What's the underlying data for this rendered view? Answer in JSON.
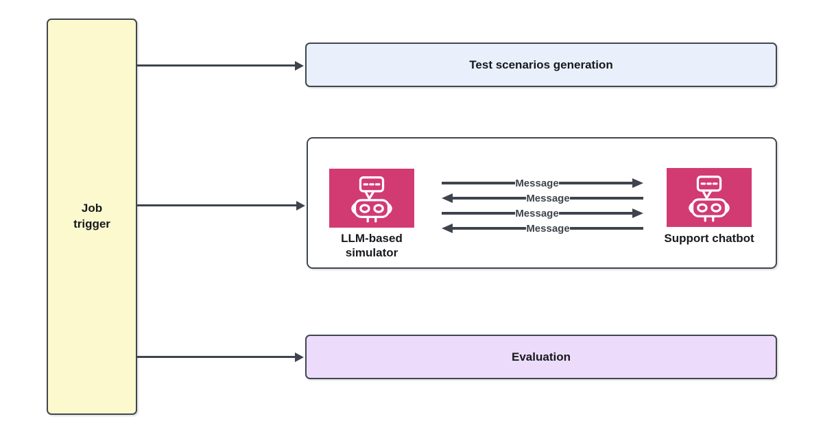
{
  "diagram": {
    "job_trigger": {
      "label": "Job\ntrigger"
    },
    "test_scenarios": {
      "label": "Test scenarios generation"
    },
    "simulation": {
      "simulator_label": "LLM-based\nsimulator",
      "chatbot_label": "Support chatbot",
      "messages": [
        {
          "label": "Message",
          "direction": "right"
        },
        {
          "label": "Message",
          "direction": "left"
        },
        {
          "label": "Message",
          "direction": "right"
        },
        {
          "label": "Message",
          "direction": "left"
        }
      ]
    },
    "evaluation": {
      "label": "Evaluation"
    },
    "icons": {
      "left_actor_icon": "chatbot-robot-icon",
      "right_actor_icon": "chatbot-robot-icon",
      "connector_icon": "arrow-right-icon"
    },
    "colors": {
      "job_trigger_fill": "#fcf9cf",
      "test_scenarios_fill": "#e9f0fc",
      "evaluation_fill": "#ecdbfb",
      "robot_tile_fill": "#d23a72",
      "line_and_border": "#3e444d"
    }
  }
}
